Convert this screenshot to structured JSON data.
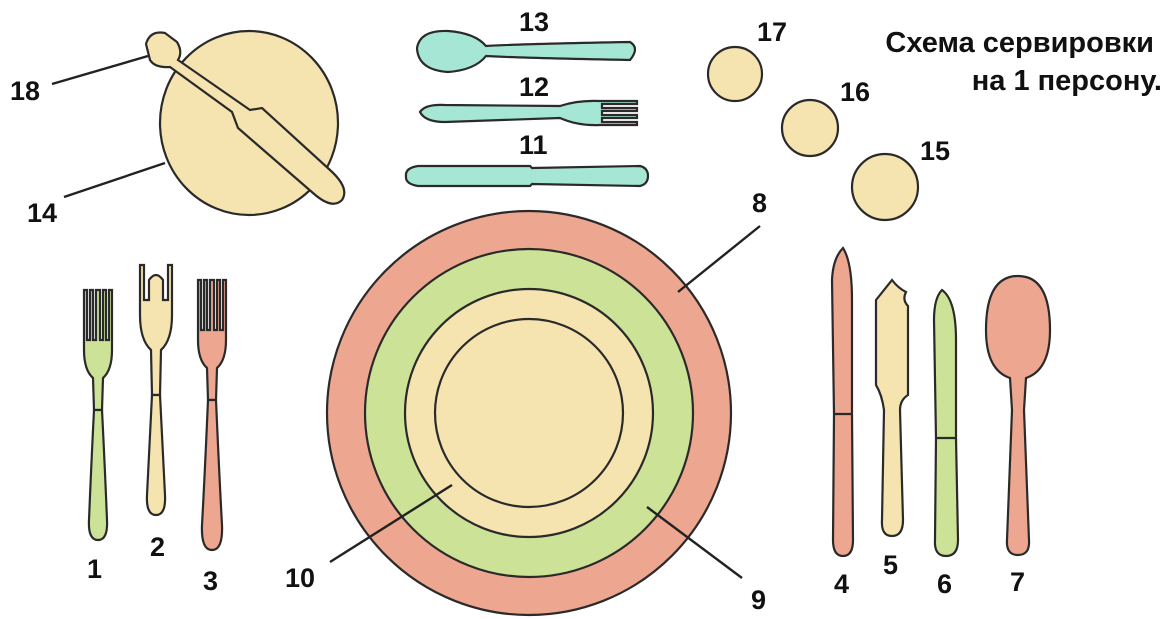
{
  "title": {
    "line1": "Схема сервировки",
    "line2": "на 1 персону."
  },
  "colors": {
    "salmon": "#EDA68F",
    "green": "#CCE397",
    "cream": "#F5E3B0",
    "teal": "#A6E6D5",
    "outline": "#2A2A2A"
  },
  "labels": {
    "n1": "1",
    "n2": "2",
    "n3": "3",
    "n4": "4",
    "n5": "5",
    "n6": "6",
    "n7": "7",
    "n8": "8",
    "n9": "9",
    "n10": "10",
    "n11": "11",
    "n12": "12",
    "n13": "13",
    "n14": "14",
    "n15": "15",
    "n16": "16",
    "n17": "17",
    "n18": "18"
  }
}
